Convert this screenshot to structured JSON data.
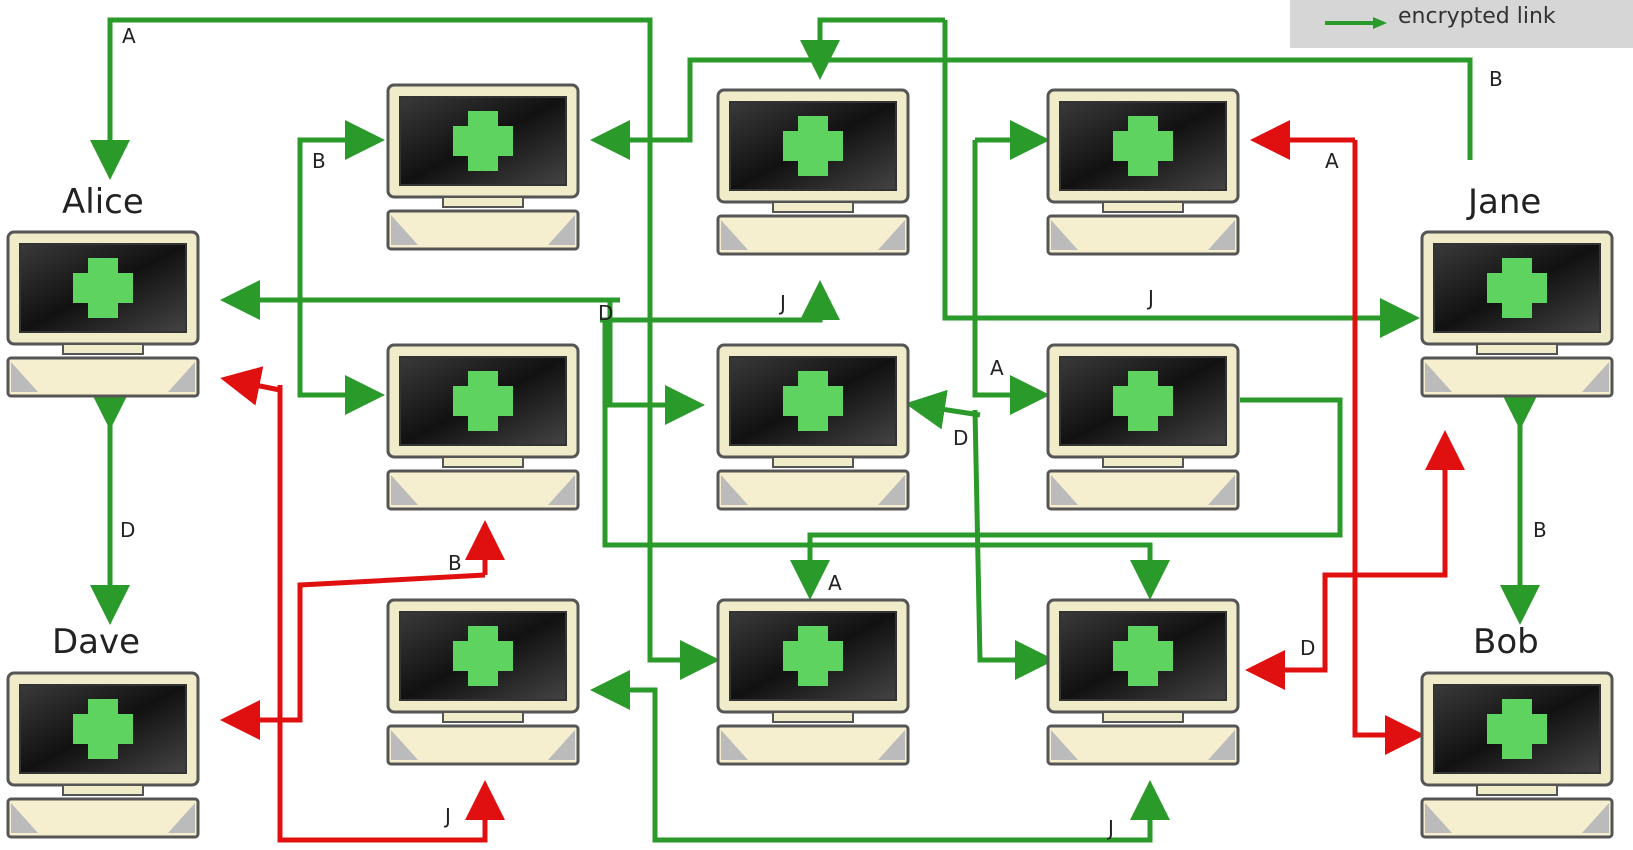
{
  "legend": {
    "text": "encrypted link",
    "color": "#2a9a2a"
  },
  "colors": {
    "green_link": "#2a9a2a",
    "red_link": "#e01010",
    "monitor_frame": "#f0ebc8",
    "screen": "#1a1a1a",
    "cross": "#5fd35f"
  },
  "nodes": [
    {
      "id": "alice",
      "name": "Alice"
    },
    {
      "id": "jane",
      "name": "Jane"
    },
    {
      "id": "dave",
      "name": "Dave"
    },
    {
      "id": "bob",
      "name": "Bob"
    },
    {
      "id": "relay-1",
      "name": ""
    },
    {
      "id": "relay-2",
      "name": ""
    },
    {
      "id": "relay-3",
      "name": ""
    },
    {
      "id": "relay-4",
      "name": ""
    },
    {
      "id": "relay-5",
      "name": ""
    },
    {
      "id": "relay-6",
      "name": ""
    },
    {
      "id": "relay-7",
      "name": ""
    },
    {
      "id": "relay-8",
      "name": ""
    },
    {
      "id": "relay-9",
      "name": ""
    }
  ],
  "link_labels": [
    "A",
    "B",
    "B",
    "A",
    "J",
    "D",
    "J",
    "A",
    "D",
    "D",
    "B",
    "A",
    "D",
    "B",
    "J",
    "J"
  ]
}
